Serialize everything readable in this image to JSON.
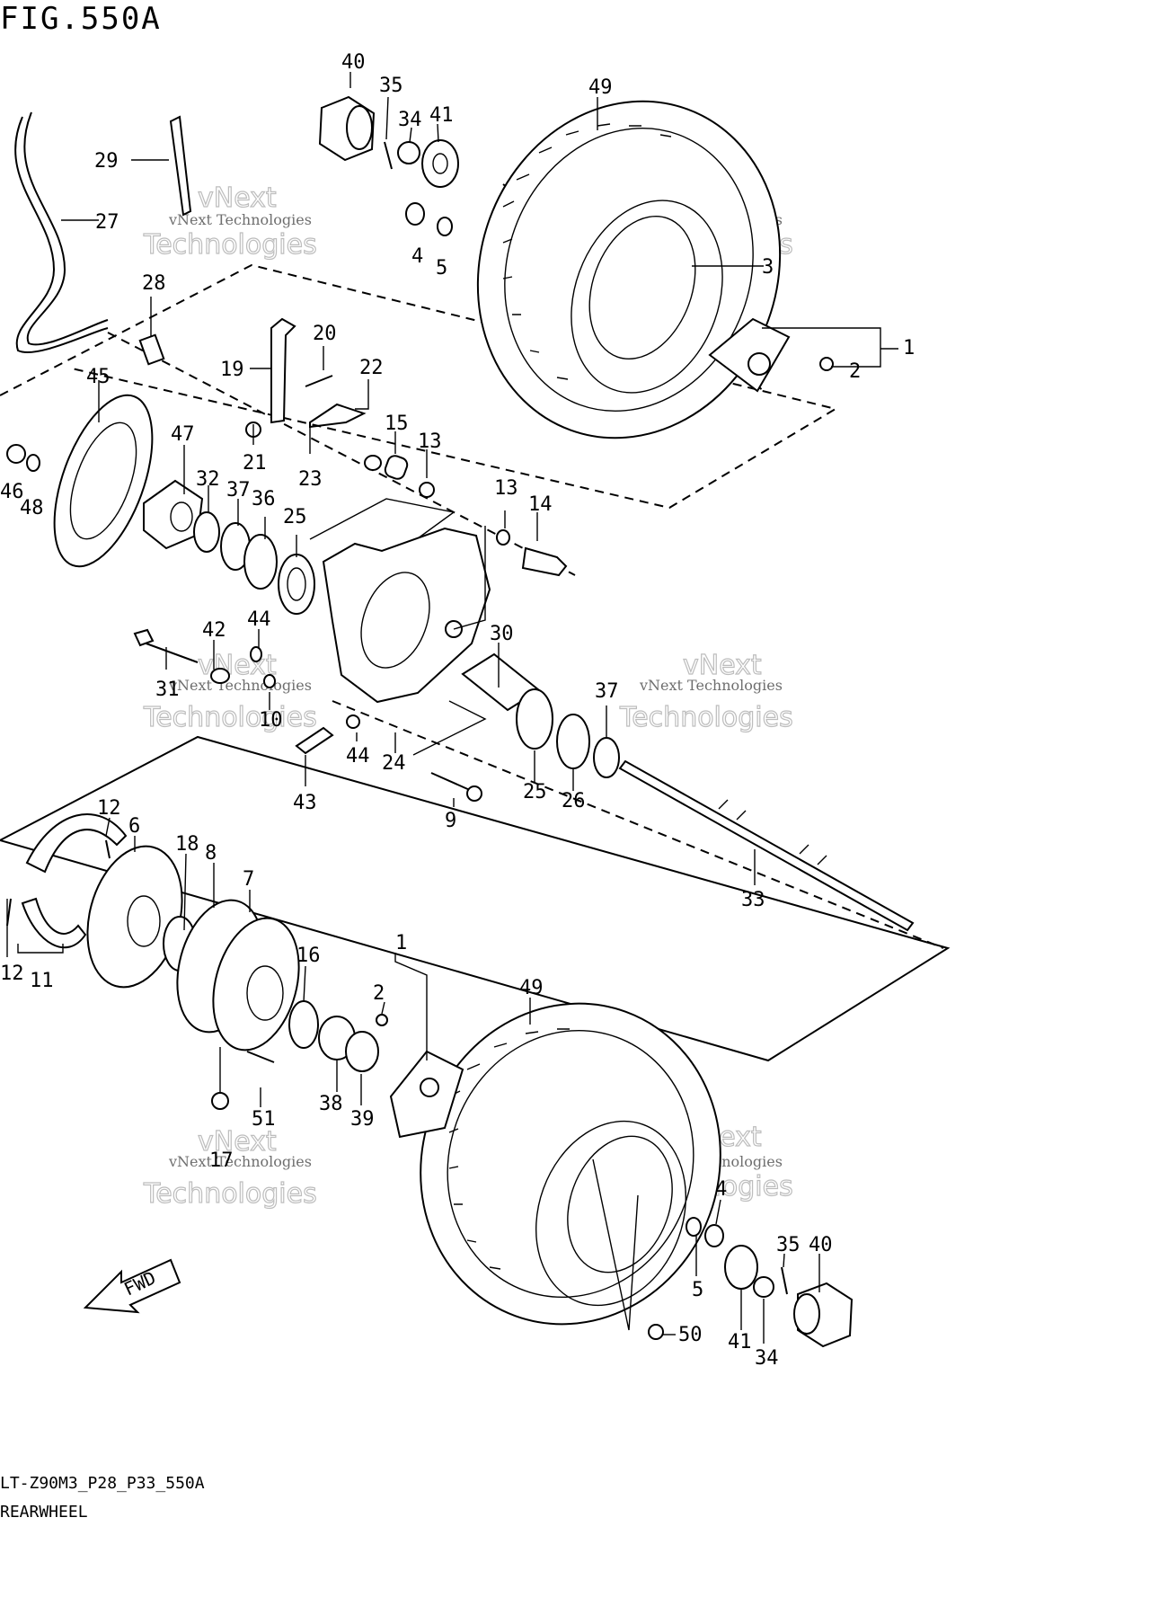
{
  "figure": {
    "title": "FIG.550A",
    "drawing_code": "LT-Z90M3_P28_P33_550A",
    "section_name": "REARWHEEL",
    "direction_arrow": "FWD"
  },
  "watermark": {
    "line1": "vNext Technologies",
    "line2": "Technologies",
    "line3": "vNext"
  },
  "callouts": [
    "40",
    "35",
    "34",
    "41",
    "49",
    "29",
    "27",
    "4",
    "5",
    "3",
    "1",
    "2",
    "28",
    "20",
    "19",
    "22",
    "45",
    "47",
    "15",
    "13",
    "21",
    "23",
    "46",
    "48",
    "32",
    "37",
    "36",
    "25",
    "13",
    "14",
    "44",
    "42",
    "30",
    "31",
    "10",
    "44",
    "24",
    "37",
    "43",
    "25",
    "26",
    "9",
    "12",
    "6",
    "18",
    "8",
    "7",
    "33",
    "12",
    "11",
    "16",
    "1",
    "2",
    "49",
    "38",
    "39",
    "51",
    "17",
    "4",
    "5",
    "35",
    "40",
    "41",
    "34",
    "50"
  ],
  "icons": {
    "fwd_arrow": "fwd-arrow-icon"
  }
}
